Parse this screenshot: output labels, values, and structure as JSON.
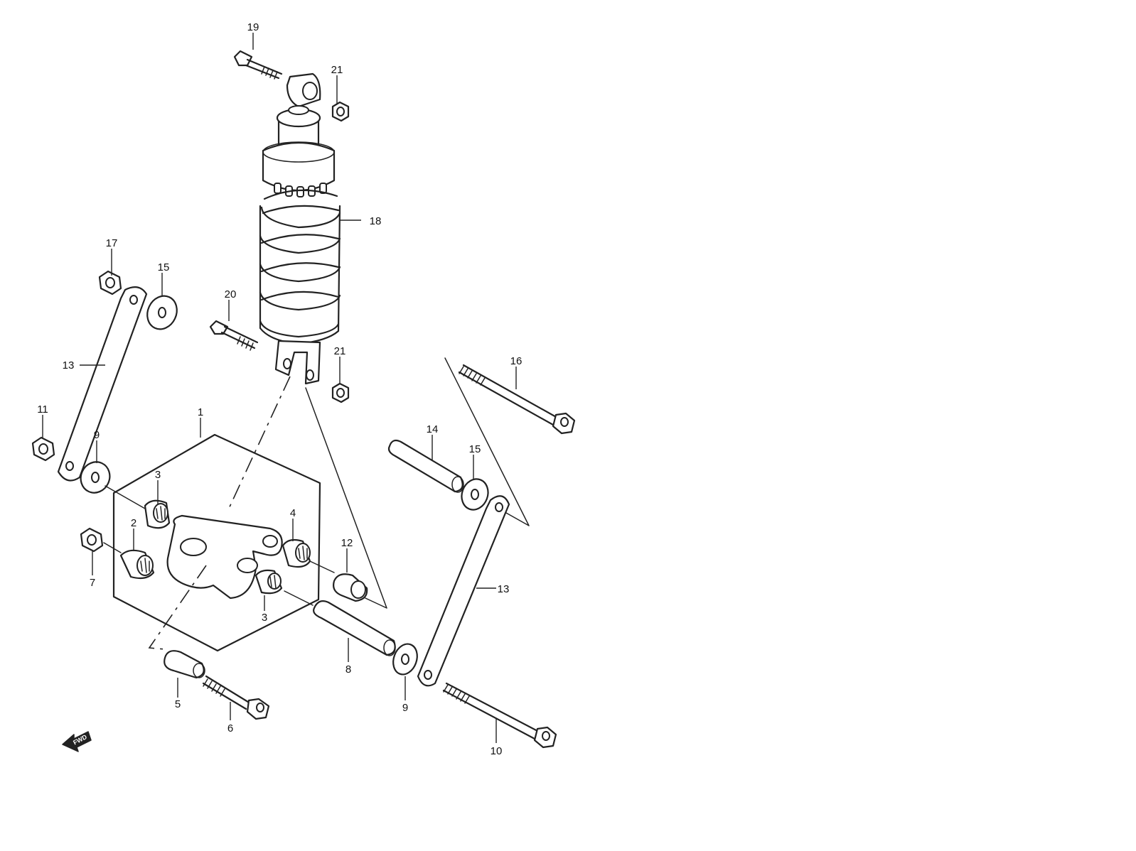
{
  "diagram": {
    "callouts": {
      "c1": "1",
      "c2": "2",
      "c3a": "3",
      "c3b": "3",
      "c4": "4",
      "c5": "5",
      "c6": "6",
      "c7": "7",
      "c8": "8",
      "c9a": "9",
      "c9b": "9",
      "c10": "10",
      "c11": "11",
      "c12": "12",
      "c13a": "13",
      "c13b": "13",
      "c14": "14",
      "c15a": "15",
      "c15b": "15",
      "c16": "16",
      "c17": "17",
      "c18": "18",
      "c19": "19",
      "c20": "20",
      "c21a": "21",
      "c21b": "21"
    },
    "fwd_label": "FWD"
  }
}
